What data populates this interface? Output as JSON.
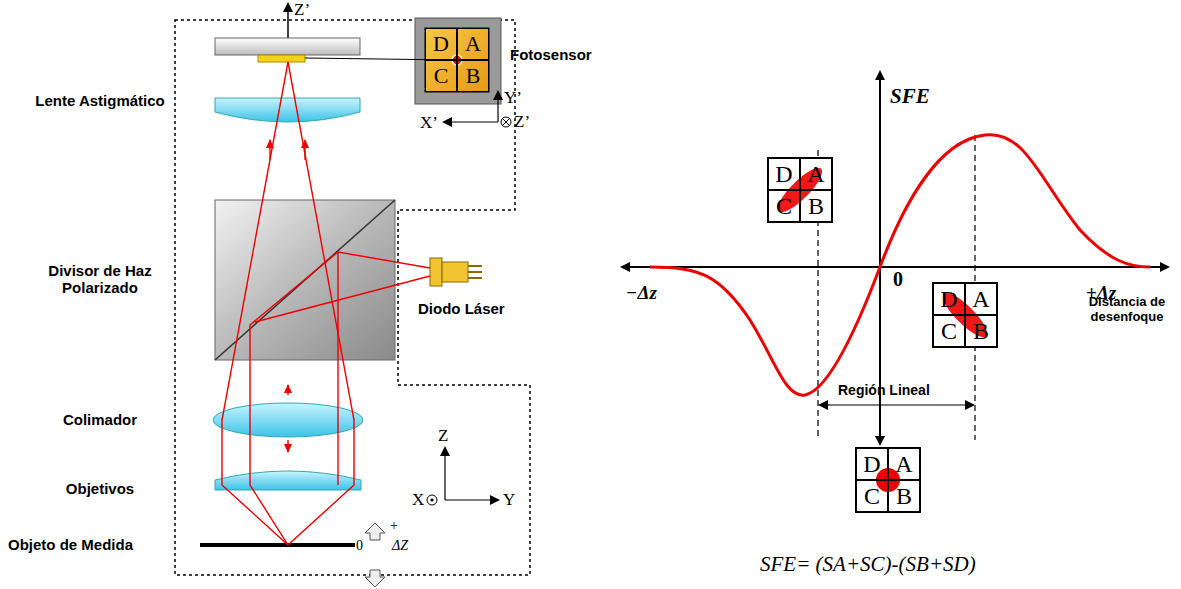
{
  "diagram": {
    "nodes": [
      {
        "text": [
          "D"
        ]
      },
      {
        "text": [
          "A"
        ]
      },
      {
        "text": [
          "C"
        ]
      },
      {
        "text": [
          "B"
        ]
      },
      {
        "text": [
          "D"
        ]
      },
      {
        "text": [
          "A"
        ]
      },
      {
        "text": [
          "C"
        ]
      },
      {
        "text": [
          "B"
        ]
      },
      {
        "text": [
          "D"
        ]
      },
      {
        "text": [
          "A"
        ]
      },
      {
        "text": [
          "C"
        ]
      },
      {
        "text": [
          "B"
        ]
      },
      {
        "text": [
          "D"
        ]
      },
      {
        "text": [
          "A"
        ]
      },
      {
        "text": [
          "C"
        ]
      },
      {
        "text": [
          "B"
        ]
      }
    ],
    "labels": [
      "Z’",
      "Fotosensor",
      "Y’",
      "X’",
      "Z’",
      "Lente Astigmático",
      "Divisor de Haz Polarizado",
      "Diodo Láser",
      "Colimador",
      "Objetivos",
      "Z",
      "X",
      "Y",
      "Objeto de Medida",
      "+",
      "0",
      "ΔZ",
      "SFE",
      "−Δz",
      "+Δz",
      "0",
      "Distancia de desenfoque",
      "Región Lineal",
      "SFE= (SA+SC)-(SB+SD)"
    ]
  }
}
